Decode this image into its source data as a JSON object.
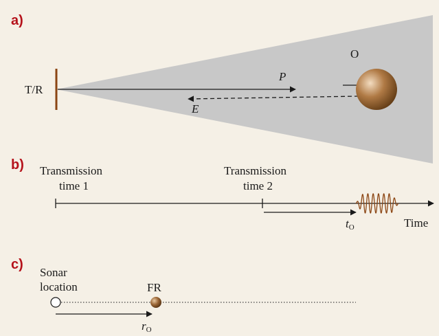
{
  "panels": {
    "a": {
      "letter": "a)",
      "transceiver": "T/R",
      "object": "O",
      "pulse": "P",
      "echo": "E"
    },
    "b": {
      "letter": "b)",
      "transmission_1": [
        "Transmission",
        "time 1"
      ],
      "transmission_2": [
        "Transmission",
        "time 2"
      ],
      "time_symbol": "t",
      "time_subscript": "O",
      "axis_label": "Time"
    },
    "c": {
      "letter": "c)",
      "sonar_location": [
        "Sonar",
        "location"
      ],
      "fish_label": "FR",
      "range_symbol": "r",
      "range_subscript": "O"
    }
  },
  "colors": {
    "background": "#f5f0e6",
    "beam": "#c8c8c8",
    "panel_letter": "#b5121b",
    "transducer": "#8b4513",
    "echo_wave": "#8b4513",
    "sphere_dark": "#5a3510",
    "sphere_light": "#f3dcc0"
  }
}
